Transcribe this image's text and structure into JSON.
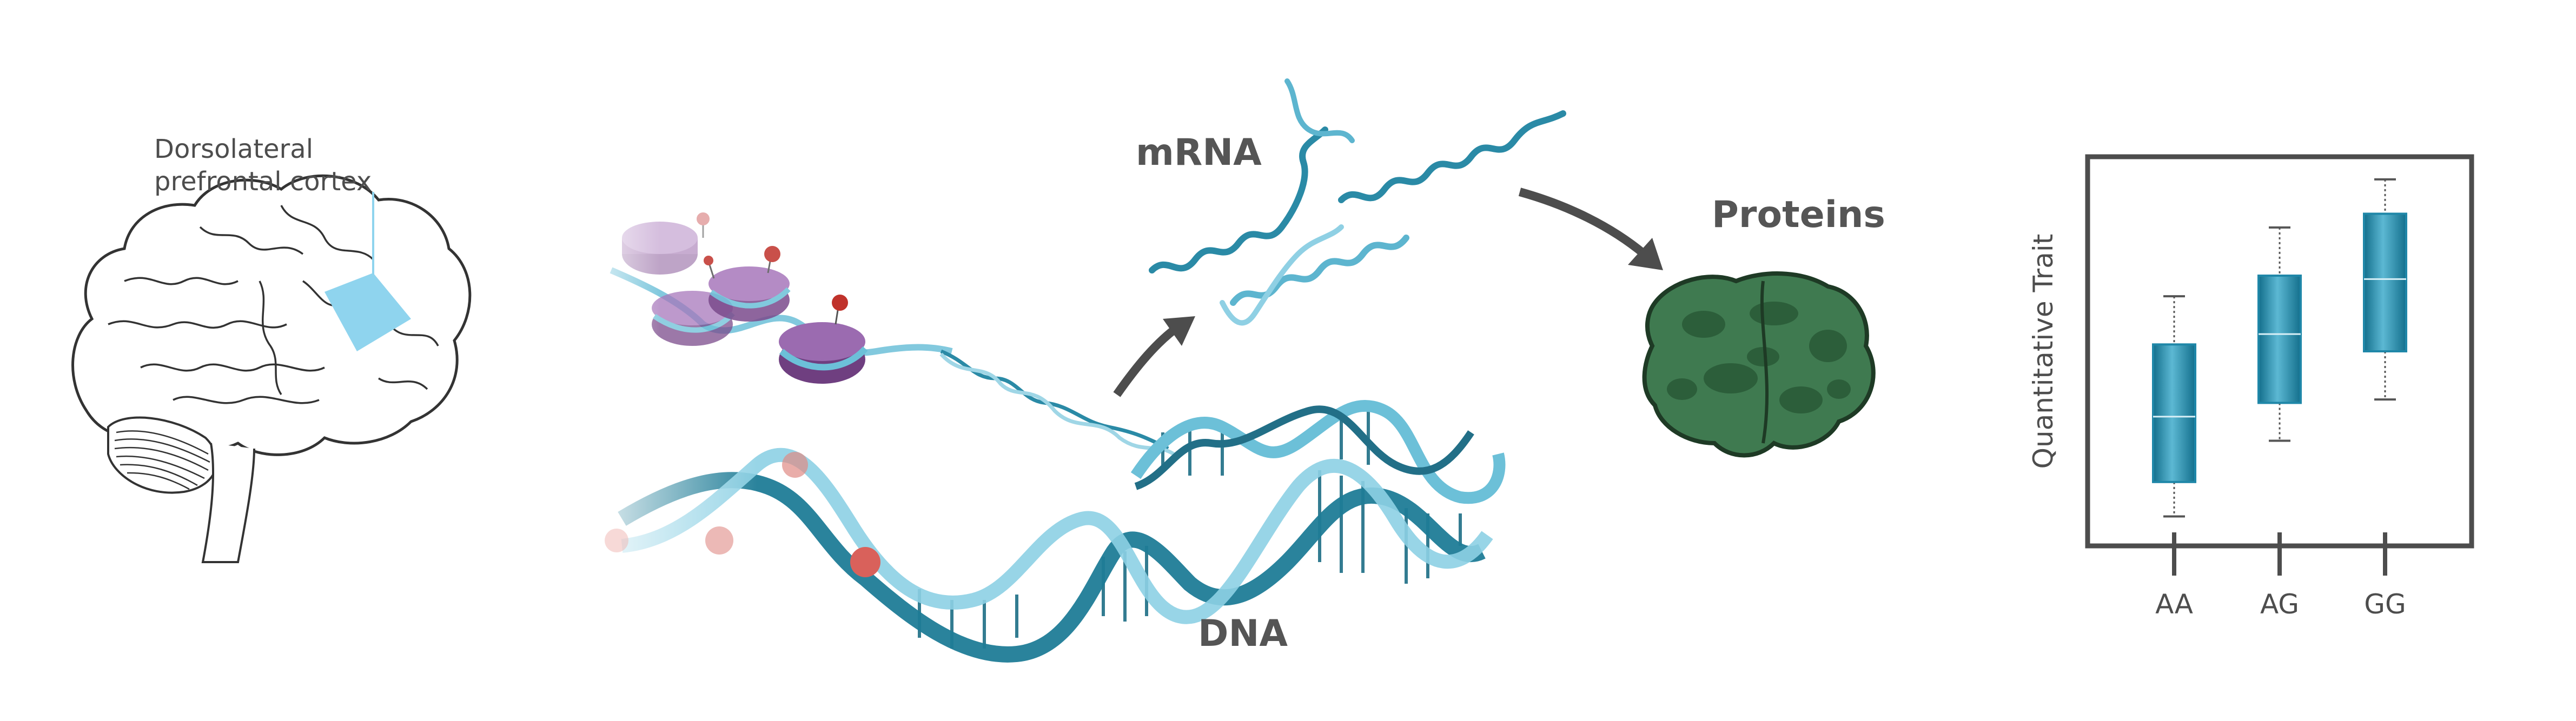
{
  "brain": {
    "region_label_line1": "Dorsolateral",
    "region_label_line2": "prefrontal cortex",
    "region_color": "#8fd4ee"
  },
  "dna": {
    "label": "DNA"
  },
  "mrna": {
    "label": "mRNA"
  },
  "proteins": {
    "label": "Proteins",
    "color": "#3f7a50"
  },
  "chart_data": {
    "type": "box",
    "ylabel": "Quantitative Trait",
    "categories": [
      "AA",
      "AG",
      "GG"
    ],
    "boxes": [
      {
        "category": "AA",
        "whisker_low": 0.07,
        "q1": 0.17,
        "median": 0.36,
        "q3": 0.57,
        "whisker_high": 0.71
      },
      {
        "category": "AG",
        "whisker_low": 0.29,
        "q1": 0.4,
        "median": 0.6,
        "q3": 0.77,
        "whisker_high": 0.91
      },
      {
        "category": "GG",
        "whisker_low": 0.41,
        "q1": 0.55,
        "median": 0.76,
        "q3": 0.95,
        "whisker_high": 1.05
      }
    ],
    "ylim": [
      0,
      1.1
    ],
    "box_color": "#1f87a8"
  }
}
